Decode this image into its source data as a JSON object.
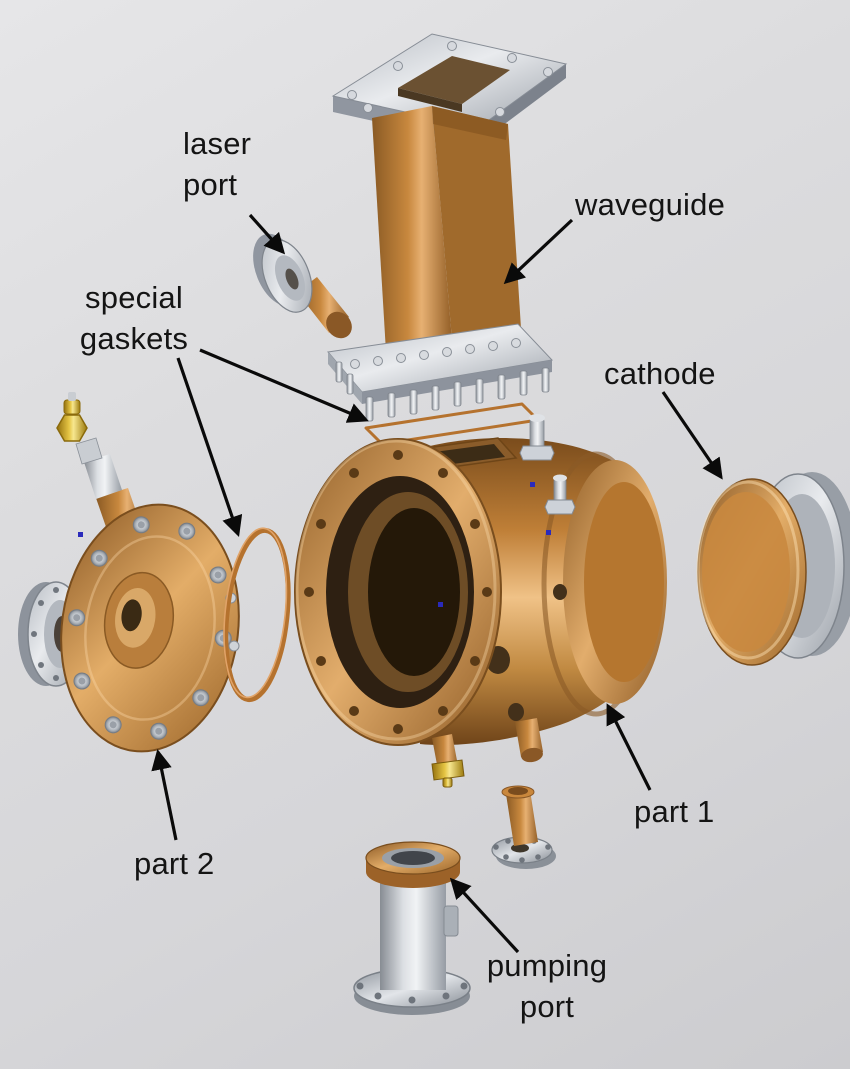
{
  "figure": {
    "background_color": "#d9d9db",
    "labels": {
      "laser_port": "laser\nport",
      "waveguide": "waveguide",
      "special_gaskets": "special\ngaskets",
      "cathode": "cathode",
      "part_1": "part 1",
      "part_2": "part 2",
      "pumping_port": "pumping\nport"
    },
    "colors": {
      "copper": "#c8873e",
      "steel": "#c9cdd3",
      "brass": "#e5c544",
      "arrow": "#0a0a0a"
    }
  }
}
